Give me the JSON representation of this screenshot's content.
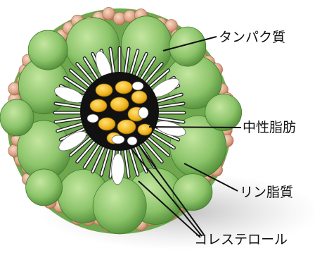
{
  "labels": {
    "protein": "タンパク質",
    "triglyceride": "中性脂肪",
    "phospholipid": "リン脂質",
    "cholesterol": "コレステロール"
  },
  "colors": {
    "protein": "#8cc46a",
    "phospholipid_head": "#e0a98c",
    "core_lipid": "#f0b21a",
    "cholesterol": "#ffffff",
    "core_background": "#111111"
  }
}
